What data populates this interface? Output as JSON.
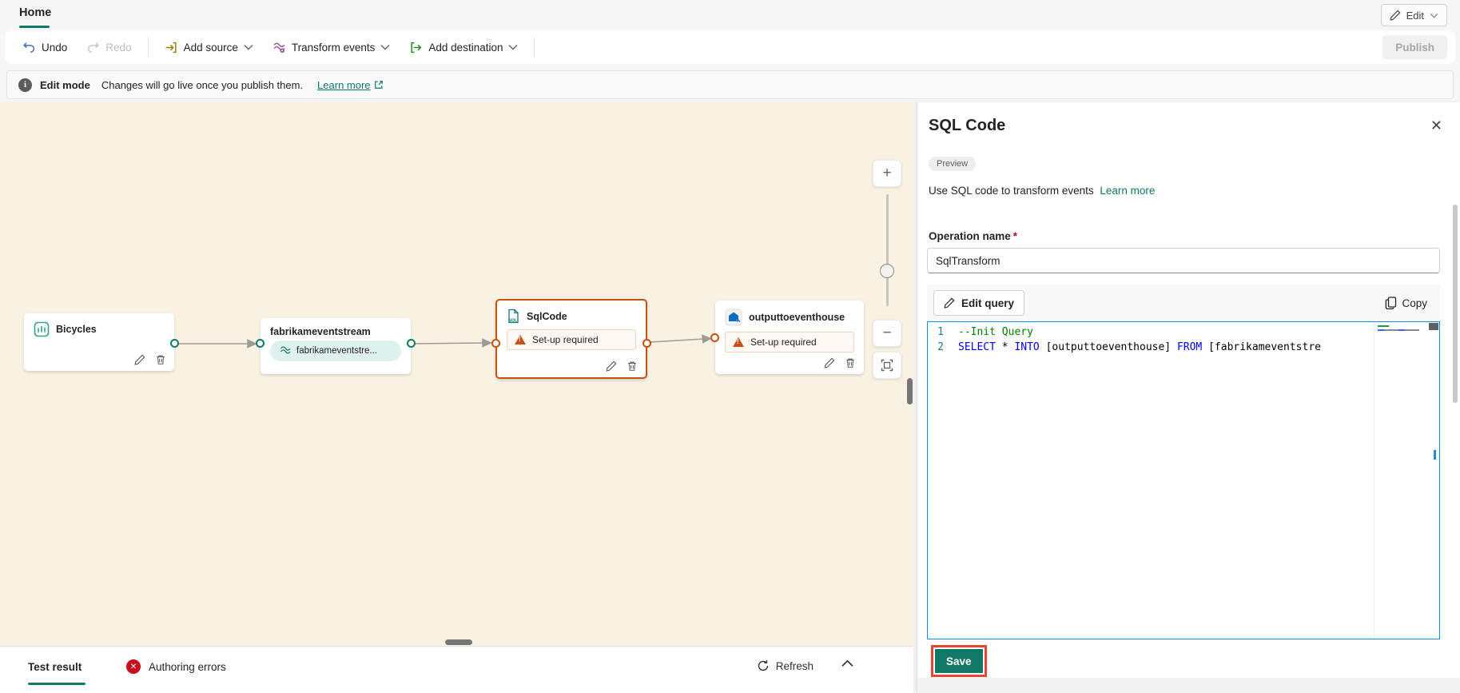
{
  "topbar": {
    "tab_home": "Home",
    "edit_button": "Edit",
    "publish_button": "Publish"
  },
  "toolbar": {
    "undo": "Undo",
    "redo": "Redo",
    "add_source": "Add source",
    "transform_events": "Transform events",
    "add_destination": "Add destination"
  },
  "infobar": {
    "title": "Edit mode",
    "message": "Changes will go live once you publish them.",
    "learn_more": "Learn more"
  },
  "canvas": {
    "zoom_in": "+",
    "zoom_out": "−",
    "nodes": [
      {
        "title": "Bicycles"
      },
      {
        "title": "fabrikameventstream",
        "pill": "fabrikameventstre..."
      },
      {
        "title": "SqlCode",
        "warning": "Set-up required",
        "selected": true
      },
      {
        "title": "outputtoeventhouse",
        "warning": "Set-up required"
      }
    ]
  },
  "bottombar": {
    "test_result": "Test result",
    "authoring_errors": "Authoring errors",
    "refresh": "Refresh"
  },
  "panel": {
    "title": "SQL Code",
    "badge": "Preview",
    "description": "Use SQL code to transform events",
    "learn_more": "Learn more",
    "operation_name_label": "Operation name",
    "required_marker": "*",
    "operation_name_value": "SqlTransform",
    "edit_query": "Edit query",
    "copy": "Copy",
    "save": "Save",
    "code": {
      "lines": [
        {
          "number": "1",
          "segments": [
            {
              "type": "comment",
              "text": "--Init Query"
            }
          ]
        },
        {
          "number": "2",
          "segments": [
            {
              "type": "keyword",
              "text": "SELECT"
            },
            {
              "type": "plain",
              "text": " * "
            },
            {
              "type": "keyword",
              "text": "INTO"
            },
            {
              "type": "plain",
              "text": " [outputtoeventhouse] "
            },
            {
              "type": "keyword",
              "text": "FROM"
            },
            {
              "type": "plain",
              "text": " [fabrikameventstre"
            }
          ]
        }
      ]
    }
  },
  "colors": {
    "accent": "#117865",
    "selection_orange": "#ca5010",
    "error_red": "#c50f1f",
    "editor_focus_blue": "#0090f1",
    "keyword_blue": "#0000ff",
    "comment_green": "#008000",
    "canvas_cream": "#f9f2e2"
  }
}
